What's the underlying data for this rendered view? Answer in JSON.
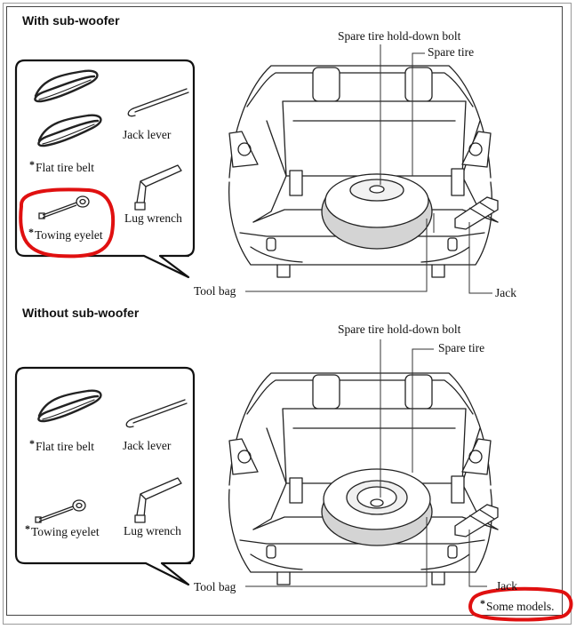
{
  "sections": [
    {
      "title": "With sub-woofer",
      "tools": {
        "flat_tire_belt": "Flat tire belt",
        "jack_lever": "Jack lever",
        "towing_eyelet": "Towing eyelet",
        "lug_wrench": "Lug wrench"
      },
      "callouts": {
        "hold_down_bolt": "Spare tire hold-down bolt",
        "spare_tire": "Spare tire",
        "tool_bag": "Tool bag",
        "jack": "Jack"
      }
    },
    {
      "title": "Without sub-woofer",
      "tools": {
        "flat_tire_belt": "Flat tire belt",
        "jack_lever": "Jack lever",
        "towing_eyelet": "Towing eyelet",
        "lug_wrench": "Lug wrench"
      },
      "callouts": {
        "hold_down_bolt": "Spare tire hold-down bolt",
        "spare_tire": "Spare tire",
        "tool_bag": "Tool bag",
        "jack": "Jack"
      }
    }
  ],
  "footnote": {
    "marker": "*",
    "text": "Some models."
  },
  "colors": {
    "highlight": "#e01010",
    "line": "#222222",
    "tire_fill": "#d4d4d4"
  }
}
